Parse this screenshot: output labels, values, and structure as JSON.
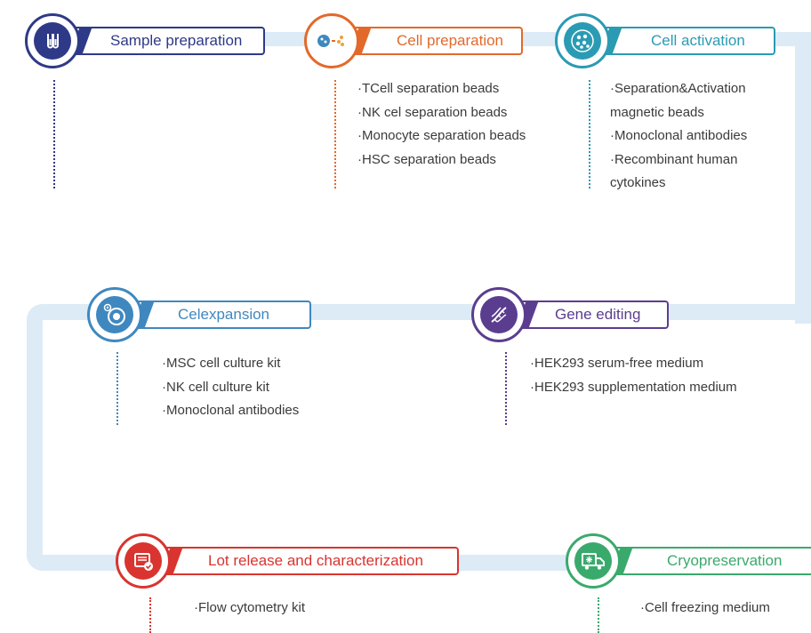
{
  "stages": {
    "sample": {
      "title": "Sample preparation",
      "color": "#2e3a87",
      "icon": "test-tubes-icon",
      "items": []
    },
    "cellprep": {
      "title": "Cell preparation",
      "color": "#e3692b",
      "icon": "cell-separation-icon",
      "items": [
        "·TCell separation beads",
        "·NK cel separation beads",
        "·Monocyte separation beads",
        "·HSC separation beads"
      ]
    },
    "activation": {
      "title": "Cell activation",
      "color": "#2a9bb3",
      "icon": "cell-cluster-icon",
      "items": [
        "·Separation&Activation",
        "magnetic beads",
        "·Monoclonal antibodies",
        "·Recombinant human",
        "cytokines"
      ]
    },
    "expansion": {
      "title": "Celexpansion",
      "color": "#3f88bf",
      "icon": "cell-expansion-icon",
      "items": [
        "·MSC cell culture kit",
        "·NK cell culture kit",
        "·Monoclonal antibodies"
      ]
    },
    "gene": {
      "title": "Gene editing",
      "color": "#5b3d8f",
      "icon": "dna-icon",
      "items": [
        "·HEK293 serum-free medium",
        "·HEK293 supplementation medium"
      ]
    },
    "lot": {
      "title": "Lot release and characterization",
      "color": "#d9342f",
      "icon": "report-check-icon",
      "items": [
        "·Flow cytometry kit"
      ]
    },
    "cryo": {
      "title": "Cryopreservation",
      "color": "#3aaa6c",
      "icon": "freezer-truck-icon",
      "items": [
        "·Cell freezing medium"
      ]
    }
  }
}
